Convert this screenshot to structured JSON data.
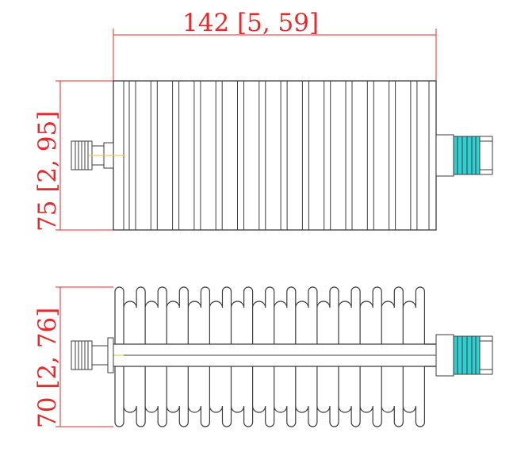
{
  "colors": {
    "dimension": "#e8282a",
    "outline": "#3c3c3c",
    "connector_body": "#2fcfd4",
    "center_line": "#f0c85a"
  },
  "dimensions": {
    "width_label": "142 [5, 59]",
    "top_height_label": "75 [2, 95]",
    "bottom_height_label": "70 [2, 76]"
  }
}
